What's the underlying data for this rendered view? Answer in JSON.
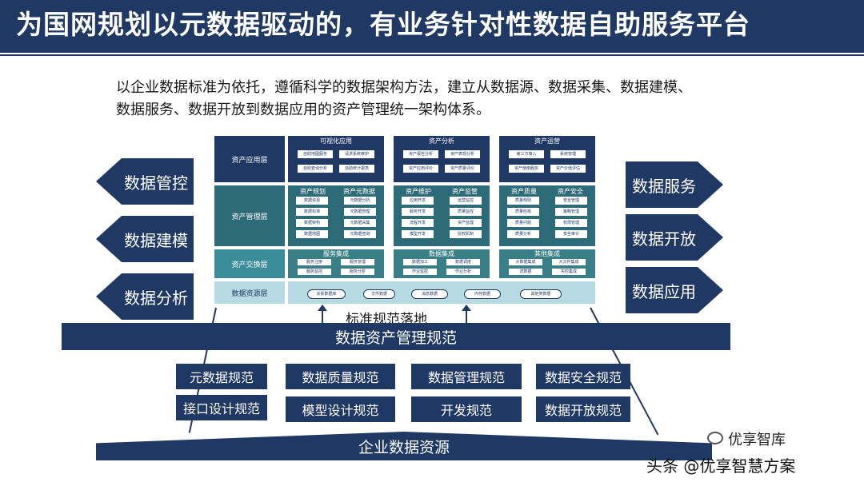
{
  "header": {
    "title": "为国网规划以元数据驱动的，有业务针对性数据自助服务平台"
  },
  "intro": {
    "line1": "以企业数据标准为依托，遵循科学的数据架构方法，建立从数据源、数据采集、数据建模、",
    "line2": "数据服务、数据开放到数据应用的资产管理统一架构体系。"
  },
  "left_arrows": [
    "数据管控",
    "数据建模",
    "数据分析"
  ],
  "right_arrows": [
    "数据服务",
    "数据开放",
    "数据应用"
  ],
  "architecture": {
    "layers": [
      "资产应用层",
      "资产管理层",
      "资产交换层",
      "数据资源层"
    ],
    "application": [
      {
        "title": "可视化应用",
        "chips": [
          "自助地图服务",
          "请求系统维护",
          "自助查询分析",
          "自助统计报表"
        ]
      },
      {
        "title": "资产分析",
        "chips": [
          "资产报告分析",
          "资产表现分析",
          "资产应用评价",
          "资产质量评价"
        ]
      },
      {
        "title": "资产运营",
        "chips": [
          "第三方接入",
          "系统管理",
          "资产使用服务",
          "资产价值评估"
        ]
      }
    ],
    "management": [
      {
        "title": "资产规划",
        "chips": [
          "数据资源",
          "数据标准",
          "数据架构",
          "数据地图"
        ]
      },
      {
        "title": "资产元数据",
        "chips": [
          "元数据分析",
          "元数据管理",
          "元数据采集",
          "元数据查询"
        ]
      },
      {
        "title": "资产维护",
        "chips": [
          "应用开发",
          "服务开发",
          "流程开发",
          "模型开发"
        ]
      },
      {
        "title": "资产监管",
        "chips": [
          "运营监控",
          "质量监控",
          "资产监理",
          "授权机制"
        ]
      },
      {
        "title": "资产质量",
        "chips": [
          "质量规则",
          "质量检核",
          "质量问题",
          "质量分析"
        ]
      },
      {
        "title": "资产安全",
        "chips": [
          "安全管理",
          "策略管理",
          "权限管理",
          "安全审计"
        ]
      }
    ],
    "exchange": [
      {
        "title": "服务集成",
        "chips": [
          "服务注册",
          "服务管理",
          "服务监控",
          "服务分析"
        ]
      },
      {
        "title": "数据集成",
        "chips": [
          "数据加工",
          "数据调度",
          "作业监控",
          "作业分析"
        ]
      },
      {
        "title": "其他集成",
        "chips": [
          "大数据集成",
          "大文件集成",
          "流数据",
          "实时集成"
        ]
      }
    ],
    "sources": [
      "关系数据库",
      "文件数据",
      "消息数据",
      "内存数据",
      "其他类数据"
    ]
  },
  "standards_label": "标准规范落地",
  "management_bar": "数据资产管理规范",
  "standards": [
    [
      "元数据规范",
      "数据质量规范",
      "数据管理规范",
      "数据安全规范"
    ],
    [
      "接口设计规范",
      "模型设计规范",
      "开发规范",
      "数据开放规范"
    ]
  ],
  "enterprise": "企业数据资源",
  "watermark": {
    "top": "优享智库",
    "bottom": "头条 @优享智慧方案"
  }
}
